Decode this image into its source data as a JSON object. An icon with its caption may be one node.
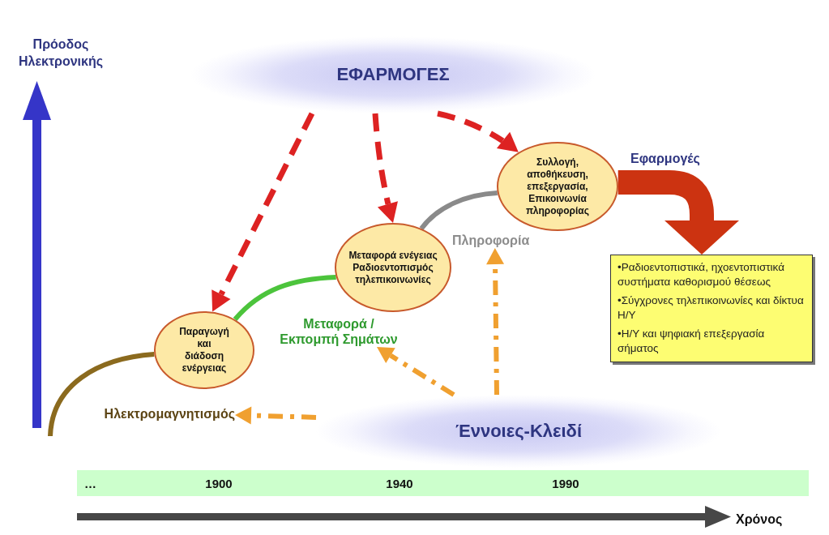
{
  "diagram": {
    "nodes": [
      {
        "text": [
          "ΕΦΑΡΜΟΓΕΣ"
        ]
      },
      {
        "text": [
          "Παραγωγή και διάδοση ενέργειας"
        ]
      },
      {
        "text": [
          "Μεταφορά ενέγειας Ραδιοεντοπισμός τηλεπικοινωνίες"
        ]
      },
      {
        "text": [
          "Συλλογή, αποθήκευση, επεξεργασία, Επικοινωνία πληροφορίας"
        ]
      },
      {
        "text": [
          "•Ραδιοεντοπιστικά, ηχοεντοπιστικά συστήματα καθορισμού θέσεως",
          "•Σύγχρονες τηλεπικοινωνίες και δίκτυα Η/Υ",
          "•Η/Υ και ψηφιακή επεξεργασία σήματος"
        ]
      },
      {
        "text": [
          "Ηλεκτρομαγνητισμός"
        ]
      },
      {
        "text": [
          "Μεταφορά / Εκπομπή Σημάτων"
        ]
      },
      {
        "text": [
          "Πληροφορία"
        ]
      },
      {
        "text": [
          "Έννοιες-Κλειδί"
        ]
      }
    ],
    "edges": [
      {
        "from": 0,
        "to": 1,
        "arrow": "to",
        "style": "dashed",
        "color": "#dd2222"
      },
      {
        "from": 0,
        "to": 2,
        "arrow": "to",
        "style": "dashed",
        "color": "#dd2222"
      },
      {
        "from": 0,
        "to": 3,
        "arrow": "to",
        "style": "dashed",
        "color": "#dd2222"
      },
      {
        "from": null,
        "to": 1,
        "arrow": "none",
        "color": "#8b6a1e"
      },
      {
        "from": 1,
        "to": 2,
        "arrow": "none",
        "color": "#4cc43c"
      },
      {
        "from": 2,
        "to": 3,
        "arrow": "none",
        "color": "#8a8a8a"
      },
      {
        "from": 3,
        "to": 4,
        "arrow": "to",
        "label": "Εφαρμογές",
        "style": "thick",
        "color": "#cc3311"
      },
      {
        "from": 8,
        "to": 5,
        "arrow": "to",
        "style": "dashed",
        "color": "#f0a030"
      },
      {
        "from": 8,
        "to": 6,
        "arrow": "to",
        "style": "dashed",
        "color": "#f0a030"
      },
      {
        "from": 8,
        "to": 7,
        "arrow": "to",
        "style": "dashed",
        "color": "#f0a030"
      }
    ],
    "labels": [
      "Πρόοδος Ηλεκτρονικής",
      "…",
      "1900",
      "1940",
      "1990",
      "Χρόνος"
    ]
  }
}
